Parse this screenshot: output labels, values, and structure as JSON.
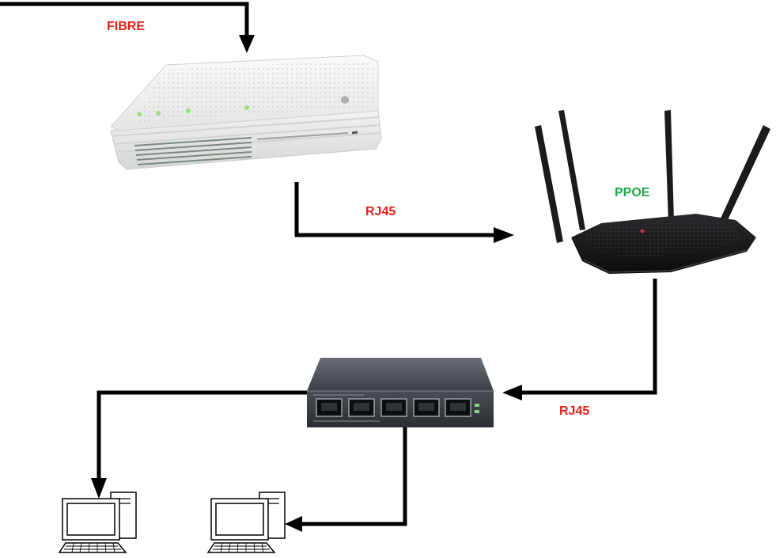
{
  "labels": {
    "fibre": "FIBRE",
    "rj45_modem_router": "RJ45",
    "ppoe": "PPOE",
    "rj45_router_switch": "RJ45"
  },
  "colors": {
    "label_red": "#e0201b",
    "label_green": "#22a84a",
    "connector": "#000000"
  },
  "icons": {
    "modem": "fibre-modem-icon",
    "router": "wifi-router-icon",
    "switch": "network-switch-icon",
    "computer_left": "desktop-computer-icon",
    "computer_right": "desktop-computer-icon"
  }
}
